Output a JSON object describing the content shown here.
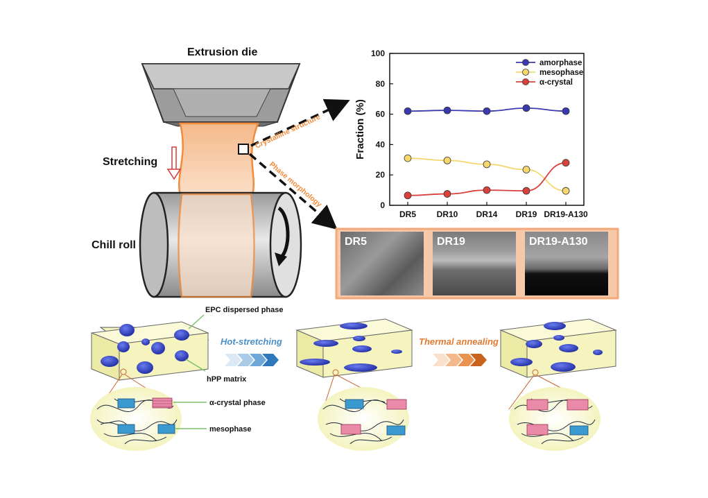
{
  "labels": {
    "extrusion_die": "Extrusion die",
    "stretching": "Stretching",
    "chill_roll": "Chill roll",
    "crystalline_structure": "Crystalline structure",
    "phase_morphology": "Phase morphology",
    "epc_dispersed_phase": "EPC dispersed phase",
    "hpp_matrix": "hPP matrix",
    "alpha_crystal_phase": "α-crystal phase",
    "mesophase": "mesophase",
    "hot_stretching": "Hot-stretching",
    "thermal_annealing": "Thermal annealing"
  },
  "sem_images": [
    {
      "label": "DR5"
    },
    {
      "label": "DR19"
    },
    {
      "label": "DR19-A130"
    }
  ],
  "colors": {
    "film_orange": "#f28c3c",
    "hot_stretch_blue": "#4a90c8",
    "anneal_orange": "#e07a30",
    "particle_blue": "#2b3db8",
    "matrix_yellow": "#f7f6c8",
    "crystal_pink": "#e88aa8",
    "meso_blue": "#3a9ad0"
  },
  "chart_data": {
    "type": "line",
    "categories": [
      "DR5",
      "DR10",
      "DR14",
      "DR19",
      "DR19-A130"
    ],
    "ylabel": "Fraction (%)",
    "xlabel": "",
    "ylim": [
      0,
      100
    ],
    "yticks": [
      0,
      20,
      40,
      60,
      80,
      100
    ],
    "legend_position": "top-right",
    "series": [
      {
        "name": "amorphase",
        "color": "#3a3ab0",
        "values": [
          62,
          62.5,
          62,
          64,
          62
        ]
      },
      {
        "name": "mesophase",
        "color": "#f5d76e",
        "values": [
          31,
          29.5,
          27,
          23.5,
          9.5
        ]
      },
      {
        "name": "α-crystal",
        "color": "#d9413c",
        "values": [
          6.5,
          7.5,
          10,
          9.5,
          28
        ]
      }
    ]
  }
}
